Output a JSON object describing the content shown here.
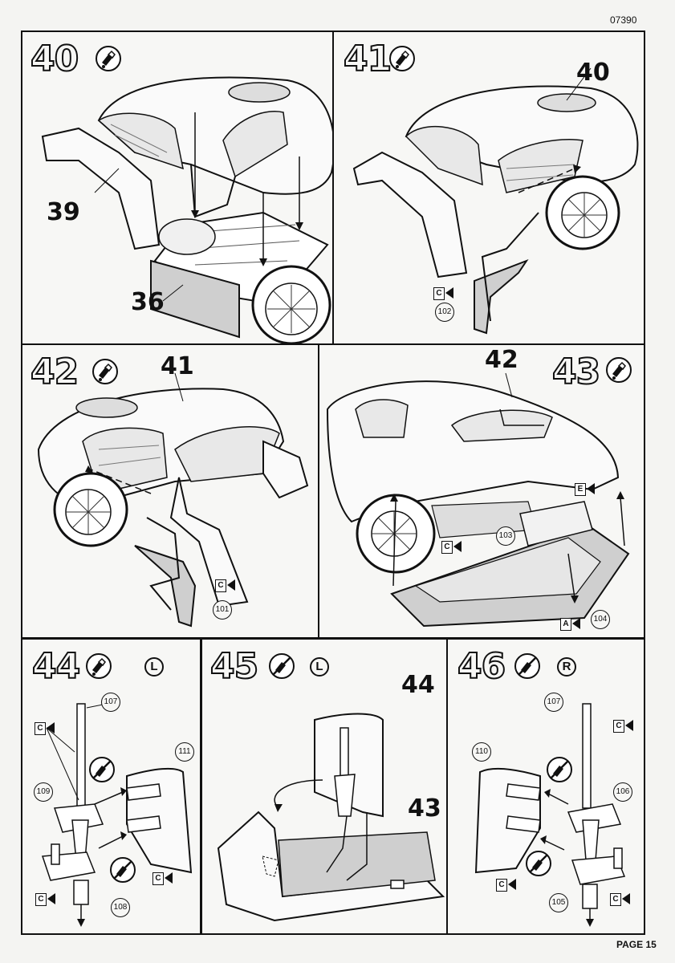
{
  "header": {
    "code": "07390"
  },
  "footer": {
    "page": "PAGE 15"
  },
  "steps": [
    {
      "num": "40",
      "labels": [
        "39",
        "36"
      ]
    },
    {
      "num": "41",
      "labels": [
        "40"
      ],
      "parts": [
        "102"
      ],
      "tags": [
        "C"
      ]
    },
    {
      "num": "42",
      "labels": [
        "41"
      ],
      "parts": [
        "101"
      ],
      "tags": [
        "C"
      ]
    },
    {
      "num": "43",
      "labels": [
        "42"
      ],
      "parts": [
        "103",
        "104"
      ],
      "tags": [
        "E",
        "C",
        "A"
      ]
    },
    {
      "num": "44",
      "side": "L",
      "parts": [
        "107",
        "109",
        "111",
        "108"
      ],
      "tags": [
        "C",
        "C",
        "C"
      ]
    },
    {
      "num": "45",
      "side": "L",
      "labels": [
        "44",
        "43"
      ]
    },
    {
      "num": "46",
      "side": "R",
      "parts": [
        "107",
        "110",
        "106",
        "105"
      ],
      "tags": [
        "C",
        "C",
        "C"
      ]
    }
  ],
  "icons": {
    "glue": "glue-bottle-icon",
    "noglue": "no-glue-icon"
  }
}
